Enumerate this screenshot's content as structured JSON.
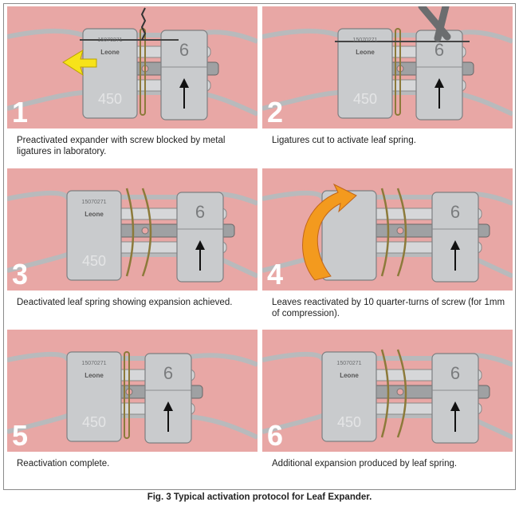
{
  "panels": [
    {
      "number": "1",
      "caption": "Preactivated expander with screw blocked by metal ligatures in laboratory.",
      "serial": "15070271",
      "brand": "Leone",
      "size": "450",
      "mark": "6",
      "state": "ligated"
    },
    {
      "number": "2",
      "caption": "Ligatures cut to activate leaf spring.",
      "serial": "15070271",
      "brand": "Leone",
      "size": "450",
      "mark": "6",
      "state": "cut"
    },
    {
      "number": "3",
      "caption": "Deactivated leaf spring showing expansion achieved.",
      "serial": "15070271",
      "brand": "Leone",
      "size": "450",
      "mark": "6",
      "state": "expanded"
    },
    {
      "number": "4",
      "caption": "Leaves reactivated by 10 quarter-turns of screw (for 1mm of compression).",
      "serial": "",
      "brand": "",
      "size": "",
      "mark": "6",
      "state": "reactivating"
    },
    {
      "number": "5",
      "caption": "Reactivation complete.",
      "serial": "15070271",
      "brand": "Leone",
      "size": "450",
      "mark": "6",
      "state": "compressed"
    },
    {
      "number": "6",
      "caption": "Additional expansion produced by leaf spring.",
      "serial": "15070271",
      "brand": "Leone",
      "size": "450",
      "mark": "6",
      "state": "expanded"
    }
  ],
  "figure_caption": "Fig. 3  Typical activation protocol for Leaf Expander.",
  "colors": {
    "background": "#e8a7a5",
    "metal": "#c9cbcd",
    "spring": "#8c7a3a",
    "arrow": "#f5a623"
  }
}
